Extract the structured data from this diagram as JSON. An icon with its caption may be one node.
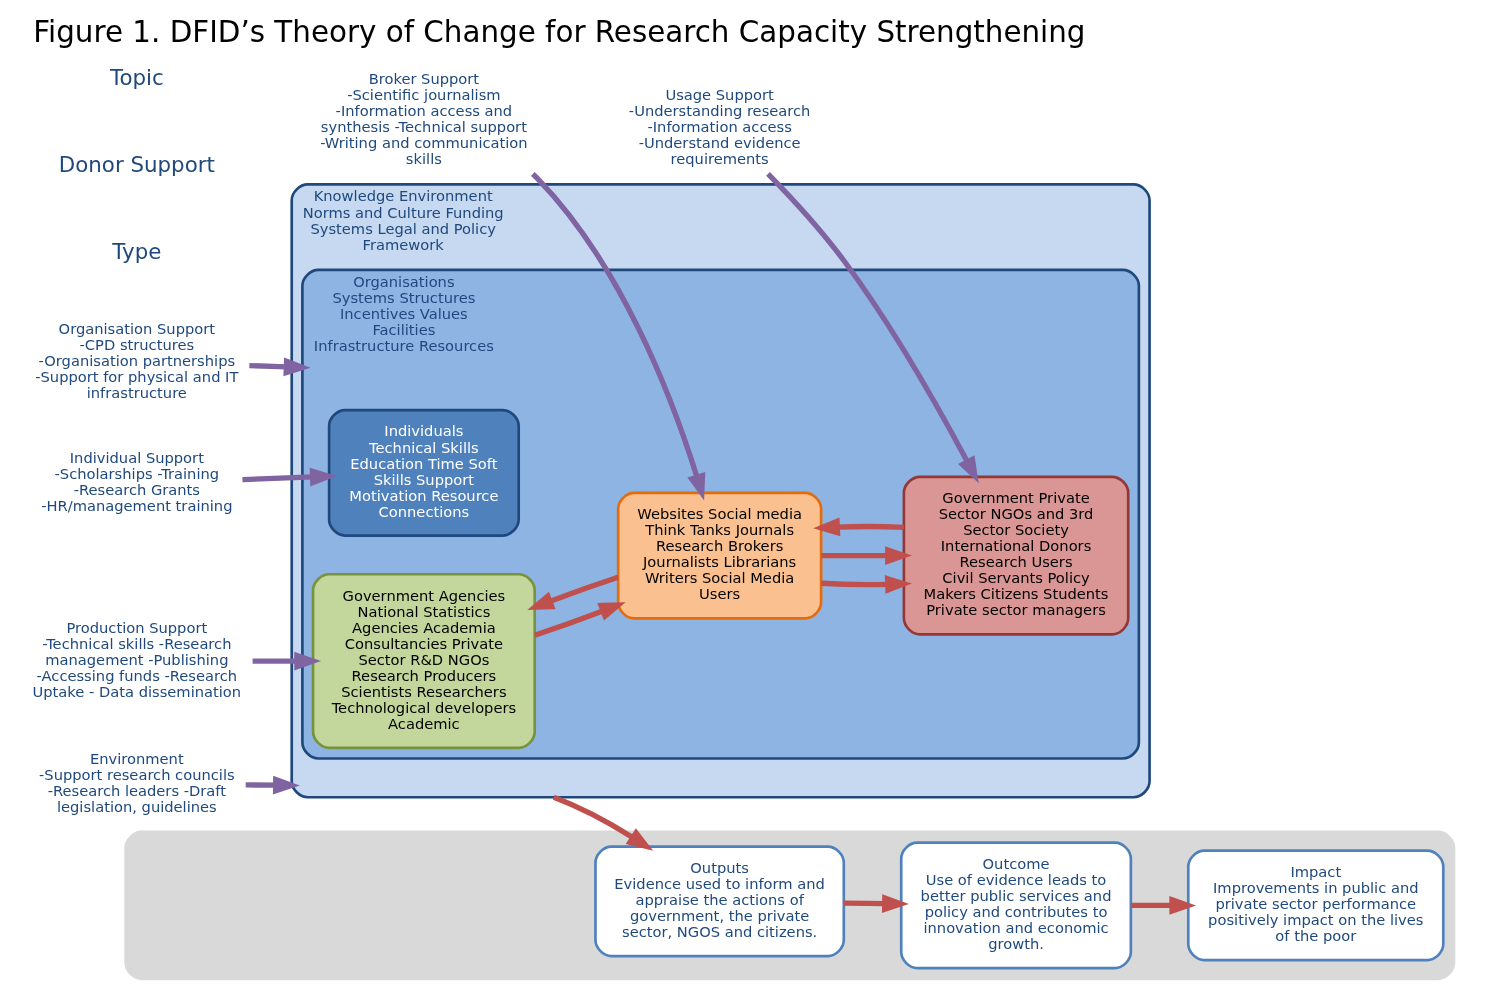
{
  "diagram": {
    "title": "Figure 1. DFID’s Theory of Change for Research Capacity Strengthening",
    "nodes": [
      {
        "text": [
          "Knowledge Environment",
          "Norms and Culture Funding Systems Legal and Policy Framework"
        ]
      },
      {
        "text": [
          "Organisations",
          "Systems Structures Incentives Values Facilities Infrastructure Resources"
        ],
        "in": 0
      },
      {
        "text": [
          "Individuals",
          "Technical Skills Education Time Soft Skills Support Motivation Resource Connections"
        ],
        "in": 1
      },
      {
        "text": [
          "Government Agencies National Statistics Agencies Academia Consultancies Private Sector R&D NGOs",
          "Research Producers",
          "Scientists Researchers Technological developers Academic"
        ],
        "in": 1
      },
      {
        "text": [
          "Websites Social media Think Tanks Journals",
          "Research Brokers",
          "Journalists Librarians Writers Social Media Users"
        ],
        "in": 1
      },
      {
        "text": [
          "Government Private Sector NGOs and 3rd Sector Society International Donors",
          "Research Users",
          "Civil Servants Policy Makers Citizens Students Private sector managers"
        ],
        "in": 1
      },
      {
        "text": [
          "Environment",
          "-Support research councils -Research leaders -Draft legislation, guidelines"
        ]
      },
      {
        "text": [
          "Organisation Support",
          "-CPD structures -Organisation partnerships -Support for physical and IT infrastructure"
        ]
      },
      {
        "text": [
          "Individual Support",
          "-Scholarships -Training -Research Grants -HR/management training"
        ]
      },
      {
        "text": [
          "Production Support",
          "-Technical skills -Research management -Publishing -Accessing funds -Research Uptake - Data dissemination"
        ]
      },
      {
        "text": [
          "Broker Support",
          "-Scientific journalism -Information access and synthesis -Technical support -Writing and communication skills"
        ]
      },
      {
        "text": [
          "Usage Support",
          "-Understanding research -Information access -Understand evidence requirements"
        ]
      },
      {
        "text": [],
        "shape": "box"
      },
      {
        "text": [
          "Impact",
          "Improvements in public and private sector performance positively impact on the lives of the poor"
        ],
        "in": 12
      },
      {
        "text": [
          "Outcome",
          "Use of evidence leads to better public services and policy and contributes to innovation and economic growth."
        ],
        "in": 12
      },
      {
        "text": [
          "Outputs",
          "Evidence used to inform and appraise the actions of government, the private sector, NGOS and citizens."
        ],
        "in": 12
      }
    ],
    "edges": [
      {
        "from": 3,
        "to": 4,
        "arrow": "to"
      },
      {
        "from": 4,
        "to": 5,
        "arrow": "to"
      },
      {
        "from": 4,
        "to": 5,
        "arrow": "to"
      },
      {
        "from": 5,
        "to": 4,
        "arrow": "to"
      },
      {
        "from": 4,
        "to": 3,
        "arrow": "to"
      },
      {
        "from": 6,
        "to": 0,
        "arrow": "to",
        "color": "#8064a2"
      },
      {
        "from": 7,
        "to": 1,
        "arrow": "to",
        "color": "#8064a2"
      },
      {
        "from": 8,
        "to": 2,
        "arrow": "to",
        "color": "#8064a2"
      },
      {
        "from": 9,
        "to": 3,
        "arrow": "to",
        "color": "#8064a2"
      },
      {
        "from": 10,
        "to": 4,
        "arrow": "to",
        "color": "#8064a2"
      },
      {
        "from": 11,
        "to": 5,
        "arrow": "to",
        "color": "#8064a2"
      },
      {
        "from": 0,
        "to": 15,
        "arrow": "to"
      },
      {
        "from": 15,
        "to": 14,
        "arrow": "to"
      },
      {
        "from": 14,
        "to": 13,
        "arrow": "to"
      }
    ],
    "labels": [
      "Type",
      "Donor Support",
      "Topic"
    ]
  }
}
